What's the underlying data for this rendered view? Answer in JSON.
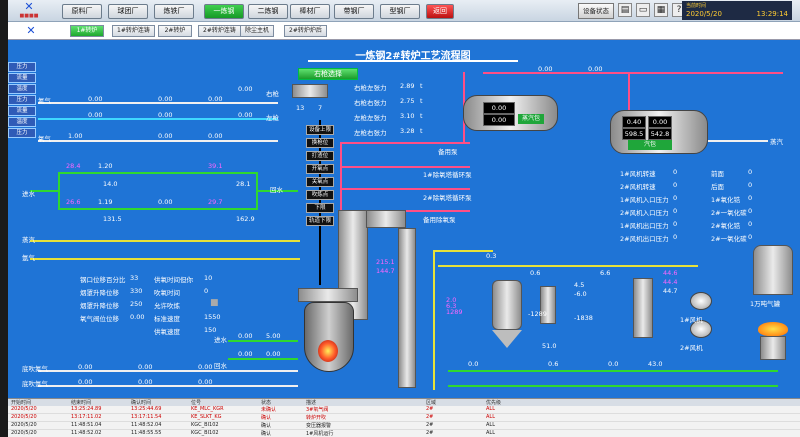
{
  "topbar": {
    "nav": [
      {
        "label": "原料厂",
        "active": false
      },
      {
        "label": "球团厂",
        "active": false
      },
      {
        "label": "炼铁厂",
        "active": false
      },
      {
        "label": "一炼钢",
        "active": true
      },
      {
        "label": "二炼钢",
        "active": false
      },
      {
        "label": "棒材厂",
        "active": false
      },
      {
        "label": "带钢厂",
        "active": false
      },
      {
        "label": "型钢厂",
        "active": false
      },
      {
        "label": "返回",
        "active": false,
        "red": true
      }
    ],
    "device_status": "设备状态",
    "date_label": "当前时间",
    "date": "2020/5/20",
    "time": "13:29:14"
  },
  "subbar": {
    "tabs": [
      {
        "label": "1#转炉",
        "active": true
      },
      {
        "label": "1#转炉连铸",
        "active": false
      },
      {
        "label": "2#转炉",
        "active": false
      },
      {
        "label": "2#转炉连铸",
        "active": false
      },
      {
        "label": "除尘主机",
        "active": false
      },
      {
        "label": "2#转炉炉后",
        "active": false
      }
    ]
  },
  "main": {
    "title": "一炼钢2#转炉工艺流程图",
    "sidebox": [
      "压力",
      "流量",
      "温度",
      "压力",
      "流量",
      "温度",
      "压力"
    ],
    "left_labels": {
      "gas1": "氮气",
      "gas2": "氧气",
      "water_in": "进水",
      "steam": "蒸汽",
      "argon": "氩气",
      "top_press": "氧气压力"
    },
    "top_vals": [
      "0.00",
      "0.00",
      "0.00",
      "0.00",
      "0.00",
      "0.00",
      "0.00",
      "0.00"
    ],
    "left_lines": {
      "o2_a": "1.00",
      "o2_b": "0.00",
      "o2_c": "0.00",
      "w1": "28.4",
      "w2": "1.20",
      "w3": "39.1",
      "w4": "14.0",
      "w5": "28.1",
      "w6": "26.6",
      "w7": "1.19",
      "w8": "29.7",
      "w9": "0.00",
      "w10": "131.5",
      "w11": "162.9",
      "left_lbl": "左枪",
      "right_lbl": "右枪",
      "right_lbl2": "回水"
    },
    "lance_select": "右枪选择",
    "lance_nums": [
      "13",
      "7"
    ],
    "lance_forces": [
      {
        "label": "右枪左张力",
        "value": "2.89",
        "unit": "t"
      },
      {
        "label": "右枪右张力",
        "value": "2.75",
        "unit": "t"
      },
      {
        "label": "左枪左张力",
        "value": "3.10",
        "unit": "t"
      },
      {
        "label": "左枪右张力",
        "value": "3.28",
        "unit": "t"
      }
    ],
    "steps": [
      "设备上限",
      "换枪位",
      "打渣位",
      "开氧点",
      "关氧点",
      "吹炼点",
      "下限",
      "轨道下限"
    ],
    "pump_labels": [
      "备用泵",
      "1#除氧塔循环泵",
      "2#除氧塔循环泵",
      "备用除氧泵"
    ],
    "drum1": {
      "label": "蒸汽包",
      "vals": [
        "0.00",
        "0.00"
      ],
      "top": [
        "0.00",
        "0.00"
      ]
    },
    "drum2": {
      "label": "汽包",
      "vals": [
        "0.40",
        "0.00",
        "598.5",
        "542.8"
      ]
    },
    "steam_out": "蒸汽",
    "right_table": [
      {
        "name": "1#风机转速",
        "v1": "0",
        "name2": "前面",
        "v2": "0"
      },
      {
        "name": "2#风机转速",
        "v1": "0",
        "name2": "后面",
        "v2": "0"
      },
      {
        "name": "1#风机入口压力",
        "v1": "0",
        "name2": "1#氧化锆",
        "v2": "0"
      },
      {
        "name": "2#风机入口压力",
        "v1": "0",
        "name2": "2#一氧化碳",
        "v2": "0"
      },
      {
        "name": "1#风机出口压力",
        "v1": "0",
        "name2": "2#氧化锆",
        "v2": "0"
      },
      {
        "name": "2#风机出口压力",
        "v1": "0",
        "name2": "2#一氧化碳",
        "v2": "0"
      }
    ],
    "bottom_left": [
      {
        "label": "钢口位移百分比",
        "value": "33",
        "label2": "供氧时间但你",
        "value2": "10"
      },
      {
        "label": "烟罩升降位移",
        "value": "330",
        "label2": "吹氧时间",
        "value2": "0"
      },
      {
        "label": "烟罩升降位移",
        "value": "250",
        "label2": "允许吹炼",
        "value2": ""
      },
      {
        "label": "氧气阀位位移",
        "value": "0.00",
        "label2": "标准速度",
        "value2": "1550"
      },
      {
        "label": "",
        "value": "",
        "label2": "供氧速度",
        "value2": "150"
      }
    ],
    "converter_vals": [
      "215.1",
      "144.7"
    ],
    "proc_vals": {
      "a": "0.3",
      "b": "0.6",
      "c": "6.6",
      "d": "44.6",
      "e": "-6.0",
      "f": "-1838",
      "g": "4.5",
      "h": "1289",
      "i": "2.0",
      "j": "6.3",
      "k": "44.4",
      "l": "44.7",
      "m": "43.0",
      "n": "0.0",
      "o": "0.6",
      "p": "-1289",
      "q": "51.0",
      "r": "0.0"
    },
    "fan_labels": [
      "1#风机",
      "2#风机"
    ],
    "tower_label": "1万吨气罐",
    "bottom_rows": [
      {
        "label": "进水",
        "v1": "0.00",
        "v2": "5.00"
      },
      {
        "label": "回水",
        "v1": "0.00",
        "v2": "0.00"
      }
    ],
    "bottom_left_gas": [
      {
        "label": "底吹氮气",
        "v": [
          "0.00",
          "0.00",
          "0.00"
        ]
      },
      {
        "label": "底吹氩气",
        "v": [
          "0.00",
          "0.00",
          "0.00"
        ]
      }
    ]
  },
  "alarm": {
    "headers": [
      "开始时间",
      "结束时间",
      "确认时间",
      "位号",
      "状态",
      "描述",
      "区域",
      "优先级"
    ],
    "rows": [
      [
        "2020/5/20",
        "13:25:24.89",
        "13:25:44.69",
        "KE_MLC_KGR",
        "未确认",
        "3#氧气阀",
        "2#",
        "ALL"
      ],
      [
        "2020/5/20",
        "13:17:11.02",
        "13:17:11.54",
        "KE_SLKT_KG",
        "确认",
        "转炉开吹",
        "2#",
        "ALL"
      ],
      [
        "2020/5/20",
        "11:48:51.04",
        "11:48:52.04",
        "KGC_BI102",
        "确认",
        "变压器报警",
        "2#",
        "ALL"
      ],
      [
        "2020/5/20",
        "11:48:52.02",
        "11:48:55.55",
        "KGC_BI102",
        "确认",
        "1#风机运行",
        "2#",
        "ALL"
      ]
    ]
  }
}
